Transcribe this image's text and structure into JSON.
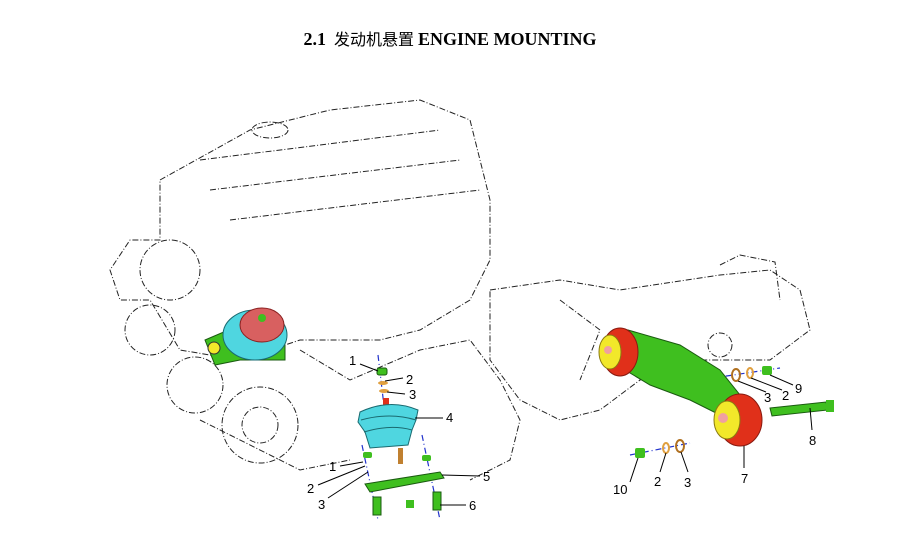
{
  "title": {
    "number": "2.1",
    "chinese": "发动机悬置",
    "english": "ENGINE MOUNTING"
  },
  "callouts": {
    "left": [
      {
        "n": "1"
      },
      {
        "n": "2"
      },
      {
        "n": "3"
      },
      {
        "n": "4"
      },
      {
        "n": "1"
      },
      {
        "n": "2"
      },
      {
        "n": "3"
      },
      {
        "n": "5"
      },
      {
        "n": "6"
      }
    ],
    "right": [
      {
        "n": "9"
      },
      {
        "n": "2"
      },
      {
        "n": "3"
      },
      {
        "n": "8"
      },
      {
        "n": "7"
      },
      {
        "n": "10"
      },
      {
        "n": "2"
      },
      {
        "n": "3"
      }
    ]
  },
  "colors": {
    "mount_cyan": "#4fd6e0",
    "bracket_green": "#3fbf1f",
    "bushing_red": "#e0301a",
    "hub_yellow": "#f2e82a",
    "axis_blue": "#2233cc"
  }
}
